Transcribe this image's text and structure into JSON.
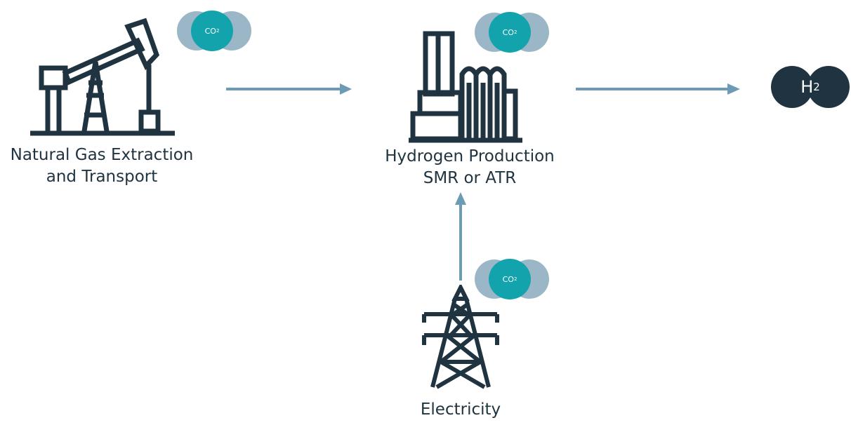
{
  "nodes": {
    "gas": {
      "line1": "Natural Gas Extraction",
      "line2": "and Transport",
      "icon": "oil-pump-jack-icon"
    },
    "production": {
      "line1": "Hydrogen Production",
      "line2": "SMR or ATR",
      "icon": "industrial-plant-icon"
    },
    "electricity": {
      "label": "Electricity",
      "icon": "power-pylon-icon"
    }
  },
  "co2_badge": {
    "main": "CO",
    "sub": "2"
  },
  "product": {
    "main": "H",
    "sub": "2"
  },
  "colors": {
    "icon_stroke": "#1f3340",
    "arrow": "#6d9bb5",
    "co2_front": "#13a3ad",
    "co2_back": "#8aaabd",
    "h2": "#1f3340"
  }
}
